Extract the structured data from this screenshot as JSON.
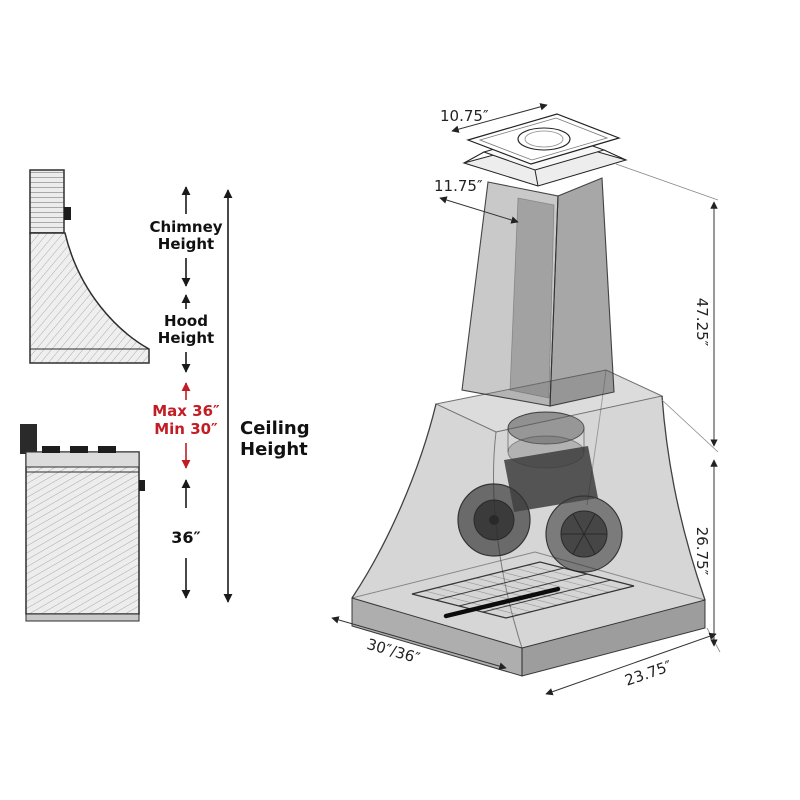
{
  "colors": {
    "red": "#c21d24",
    "ink": "#1a1a1a",
    "dim_text": "#222222"
  },
  "left_panel": {
    "chimney_height": {
      "line1": "Chimney",
      "line2": "Height"
    },
    "hood_height": {
      "line1": "Hood",
      "line2": "Height"
    },
    "mount_range": {
      "max": "Max 36″",
      "min": "Min 30″"
    },
    "range_height": "36″",
    "ceiling_height": {
      "line1": "Ceiling",
      "line2": "Height"
    }
  },
  "iso_panel": {
    "top_width": "10.75″",
    "chimney_depth": "11.75″",
    "upper_height": "47.25″",
    "lower_height": "26.75″",
    "hood_width": "30″/36″",
    "hood_depth": "23.75″"
  }
}
